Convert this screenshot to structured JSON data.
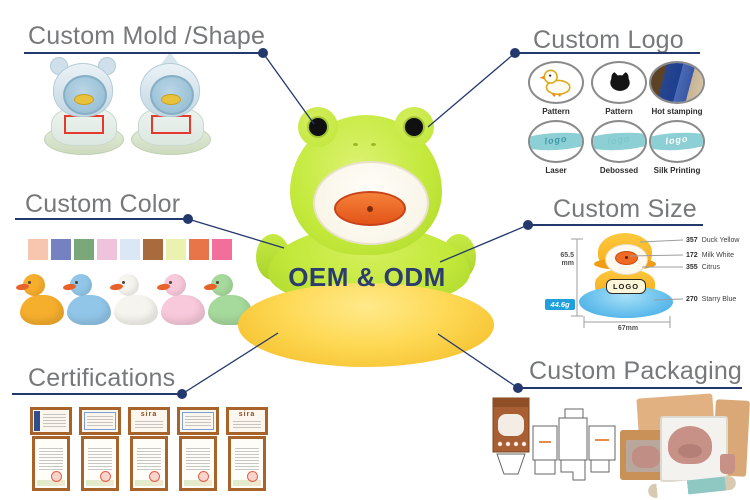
{
  "palette": {
    "line_navy": "#23396d",
    "heading_gray": "#76787a",
    "frog_green": "#c3e93b",
    "ring_yellow": "#fed955",
    "badge_blue": "#1fa0dd"
  },
  "center": {
    "label": "OEM & ODM"
  },
  "sections": {
    "mold": {
      "title": "Custom Mold /Shape",
      "figures": [
        {
          "icon": "bear-hood-duck-figure"
        },
        {
          "icon": "shark-hood-duck-figure"
        }
      ]
    },
    "logo": {
      "title": "Custom Logo",
      "items": [
        {
          "label": "Pattern",
          "icon": "duck-pattern-icon"
        },
        {
          "label": "Pattern",
          "icon": "cat-pattern-icon"
        },
        {
          "label": "Hot stamping",
          "icon": "hot-stamping-swatch-icon"
        },
        {
          "label": "Laser",
          "icon": "laser-logo-icon",
          "band_text": "logo"
        },
        {
          "label": "Debossed",
          "icon": "debossed-logo-icon",
          "band_text": "logo"
        },
        {
          "label": "Silk Printing",
          "icon": "silk-printing-logo-icon",
          "band_text": "logo"
        }
      ]
    },
    "color": {
      "title": "Custom Color",
      "swatches": [
        "#f8c5ae",
        "#7681c1",
        "#7ba87b",
        "#efc3db",
        "#dce7f5",
        "#a96b3e",
        "#ebf2b0",
        "#e8744a",
        "#f26f9c"
      ],
      "ducks": [
        {
          "name": "yellow-duck",
          "body": "#f6ae2d"
        },
        {
          "name": "blue-duck",
          "body": "#92c6e8"
        },
        {
          "name": "white-duck",
          "body": "#f6f4ef"
        },
        {
          "name": "pink-duck",
          "body": "#f8c9da"
        },
        {
          "name": "green-duck",
          "body": "#a6d99c"
        }
      ],
      "bill_color": "#e8632c"
    },
    "size": {
      "title": "Custom Size",
      "height_value": "65.5",
      "height_unit": "mm",
      "width_label": "67mm",
      "weight_label": "44.6g",
      "logo_badge": "LOGO",
      "callouts": [
        {
          "code": "357",
          "name": "Duck Yellow"
        },
        {
          "code": "172",
          "name": "Milk White"
        },
        {
          "code": "355",
          "name": "Citrus"
        },
        {
          "code": "270",
          "name": "Starry Blue"
        }
      ]
    },
    "certifications": {
      "title": "Certifications",
      "sira_label": "sira",
      "items": [
        {
          "variant": "blue-stripe"
        },
        {
          "variant": "blue-border"
        },
        {
          "variant": "sira"
        },
        {
          "variant": "blue-border"
        },
        {
          "variant": "sira"
        }
      ]
    },
    "packaging": {
      "title": "Custom Packaging"
    }
  }
}
